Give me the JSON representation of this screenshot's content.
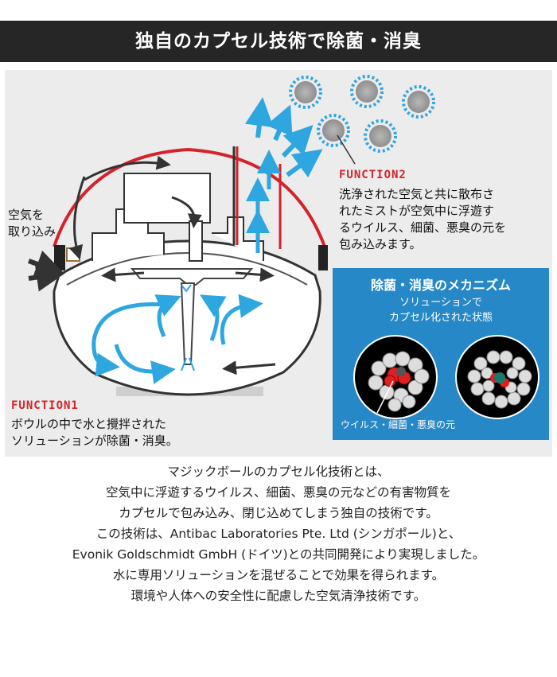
{
  "header": {
    "title": "独自のカプセル技術で除菌・消臭"
  },
  "labels": {
    "intake": "空気を\n取り込み",
    "function2_title": "FUNCTION2",
    "function2_text": "洗浄された空気と共に散布さ\nれたミストが空気中に浮遊す\nるウイルス、細菌、悪臭の元を\n包み込みます。",
    "function1_title": "FUNCTION1",
    "function1_text": "ボウルの中で水と攪拌された\nソリューションが除菌・消臭。"
  },
  "mechanism": {
    "title": "除菌・消臭のメカニズム",
    "subtitle": "ソリューションで\nカプセル化された状態",
    "caption": "ウイルス・細菌・悪臭の元"
  },
  "description": [
    "マジックボールのカプセル化技術とは、",
    "空気中に浮遊するウイルス、細菌、悪臭の元などの有害物質を",
    "カプセルで包み込み、閉じ込めてしまう独自の技術です。",
    "この技術は、Antibac Laboratories Pte. Ltd (シンガポール)と、",
    "Evonik Goldschmidt GmbH (ドイツ)との共同開発により実現しました。",
    "水に専用ソリューションを混ぜることで効果を得られます。",
    "環境や人体への安全性に配慮した空気清浄技術です。"
  ],
  "colors": {
    "accent_red": "#d4232a",
    "arrow_blue": "#2ea6e0",
    "panel_blue": "#2688c6",
    "header_bg": "#262626"
  }
}
